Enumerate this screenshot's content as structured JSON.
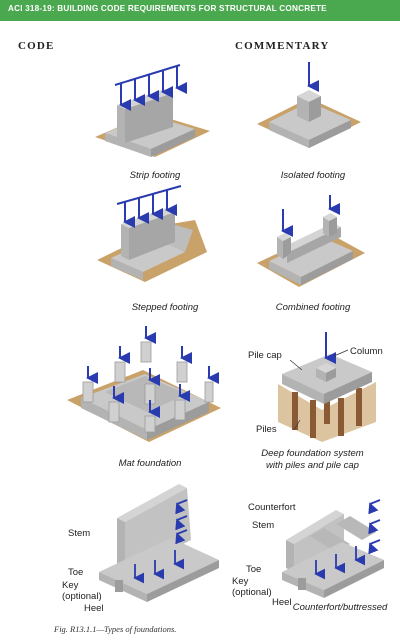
{
  "header": {
    "title": "ACI 318-19: BUILDING CODE REQUIREMENTS FOR STRUCTURAL CONCRETE"
  },
  "columns": {
    "code": "CODE",
    "commentary": "COMMENTARY"
  },
  "figures": {
    "strip": "Strip footing",
    "isolated": "Isolated footing",
    "stepped": "Stepped footing",
    "combined": "Combined footing",
    "mat": "Mat foundation",
    "deep_line1": "Deep foundation system",
    "deep_line2": "with piles and pile cap",
    "counterfort": "Counterfort/buttressed"
  },
  "labels": {
    "pile_cap": "Pile cap",
    "column": "Column",
    "piles": "Piles",
    "stem_left": "Stem",
    "toe_left": "Toe",
    "key_left_1": "Key",
    "key_left_2": "(optional)",
    "heel_left": "Heel",
    "counterfort": "Counterfort",
    "stem_right": "Stem",
    "toe_right": "Toe",
    "key_right_1": "Key",
    "key_right_2": "(optional)",
    "heel_right": "Heel"
  },
  "caption": "Fig. R13.1.1—Types of foundations.",
  "colors": {
    "header_green": "#4aa84f",
    "concrete_top": "#c9c9c9",
    "concrete_front": "#b3b3b3",
    "concrete_side": "#9c9c9c",
    "soil": "#c9a26a",
    "arrow_blue": "#2a3bb0"
  }
}
